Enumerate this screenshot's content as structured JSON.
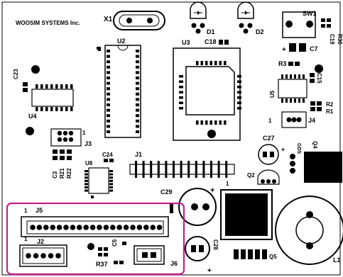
{
  "company": "WOOSIM SYSTEMS Inc.",
  "labels": {
    "x1": "X1",
    "d1": "D1",
    "d2": "D2",
    "sw1": "SW1",
    "r36": "R36",
    "c19": "C19",
    "c7": "C7",
    "u2": "U2",
    "u3": "U3",
    "c18": "C18",
    "c23": "C23",
    "u4": "U4",
    "r3": "R3",
    "c15": "C15",
    "u5": "U5",
    "r2": "R2",
    "r1": "R1",
    "j4": "J4",
    "j4_pin1": "1",
    "j3": "J3",
    "j3_pin1": "1",
    "c3": "C3",
    "r21": "R21",
    "r22": "R22",
    "u8": "U8",
    "c24": "C24",
    "j1": "J1",
    "j1_pin1": "1",
    "c27": "C27",
    "gds": "GDS",
    "q4": "Q4",
    "q2": "Q2",
    "c29": "C29",
    "j5": "J5",
    "j5_pin1": "1",
    "j2": "J2",
    "j2_pin1": "1",
    "c5": "C5",
    "r37": "R37",
    "j6": "J6",
    "c28": "C28",
    "q5": "Q5",
    "l1": "L1"
  },
  "colors": {
    "highlight": "#c0208a",
    "ink": "#000000",
    "board": "#ffffff"
  }
}
